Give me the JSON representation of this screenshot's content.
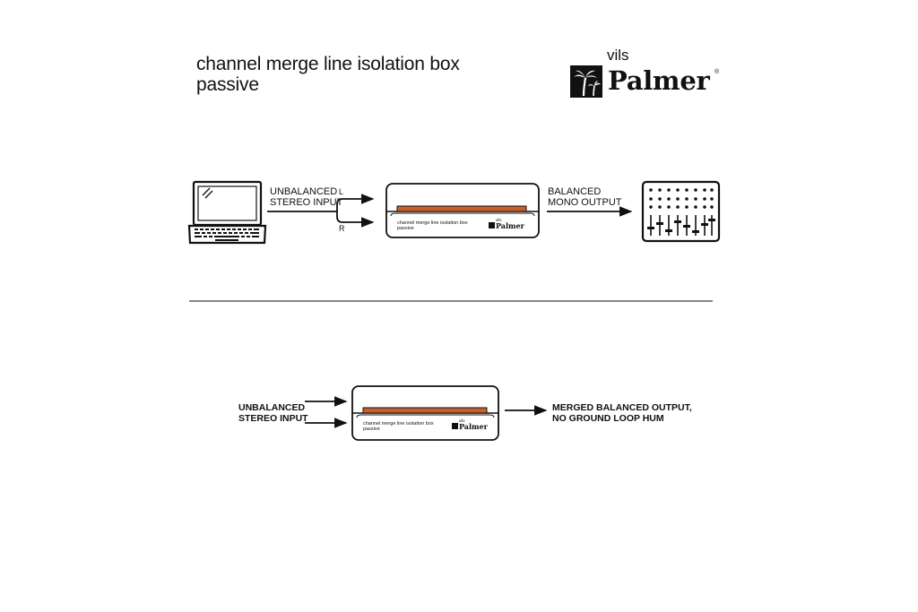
{
  "title": {
    "line1": "channel merge line isolation box",
    "line2": "passive"
  },
  "brand": {
    "vils": "vils",
    "name": "Palmer",
    "registered": "®",
    "logo_icon": "palm-tree-icon"
  },
  "diagram1": {
    "input_label_line1": "UNBALANCED",
    "input_label_line2": "STEREO INPUT",
    "channel_left": "L",
    "channel_right": "R",
    "output_label_line1": "BALANCED",
    "output_label_line2": "MONO OUTPUT",
    "source_icon": "laptop-icon",
    "target_icon": "mixer-icon",
    "device_icon": "merge-box-icon"
  },
  "device": {
    "text_line1": "channel merge line isolation box",
    "text_line2": "passive",
    "brand_vils": "vils",
    "brand_name": "Palmer",
    "stripe_color": "#c8602c"
  },
  "diagram2": {
    "input_label_line1": "UNBALANCED",
    "input_label_line2": "STEREO INPUT",
    "output_label_line1": "MERGED BALANCED OUTPUT,",
    "output_label_line2": "NO GROUND LOOP HUM"
  }
}
